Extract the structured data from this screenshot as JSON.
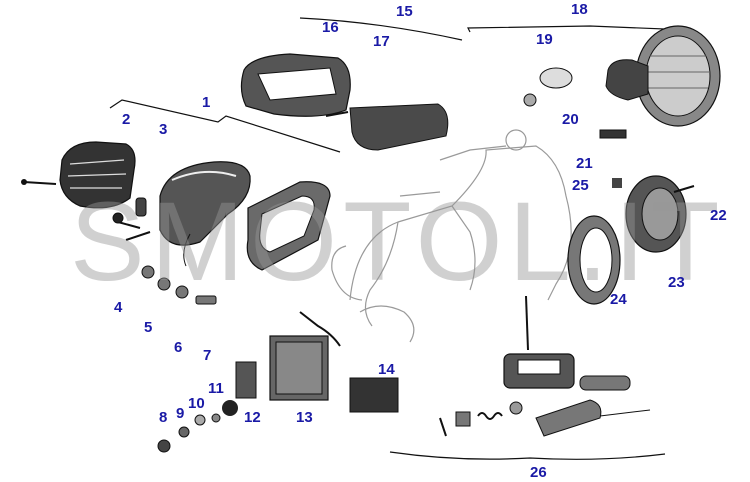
{
  "watermark": "SMOTOL.IT",
  "callouts": {
    "c1": "1",
    "c2": "2",
    "c3": "3",
    "c4": "4",
    "c5": "5",
    "c6": "6",
    "c7": "7",
    "c8": "8",
    "c9": "9",
    "c10": "10",
    "c11": "11",
    "c12": "12",
    "c13": "13",
    "c14": "14",
    "c15": "15",
    "c16": "16",
    "c17": "17",
    "c18": "18",
    "c19": "19",
    "c20": "20",
    "c21": "21",
    "c22": "22",
    "c23": "23",
    "c24": "24",
    "c25": "25",
    "c26": "26"
  },
  "colors": {
    "label": "#1a1aa6",
    "ink": "#111111",
    "watermark": "#969696"
  }
}
